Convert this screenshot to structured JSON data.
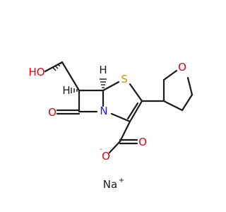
{
  "molecule": {
    "atoms": {
      "hydroxyl": "HO",
      "ring_sulfur": "S",
      "ring_nitrogen": "N",
      "lactam_oxygen": "O",
      "carbonyl_oxygen": "O",
      "carboxylate_oxygen": "O",
      "carboxylate_charge": "-",
      "ether_oxygen": "O",
      "counterion": "Na",
      "counterion_charge": "+",
      "stereo_h_top": "H",
      "stereo_h_left": "H"
    }
  },
  "colors": {
    "bond": "#1a1a1a",
    "oxygen": "#e8000b",
    "nitrogen": "#1a1aff",
    "sulfur": "#b3a200",
    "carbon_hydrogen": "#1a1a1a",
    "background": "#ffffff"
  }
}
